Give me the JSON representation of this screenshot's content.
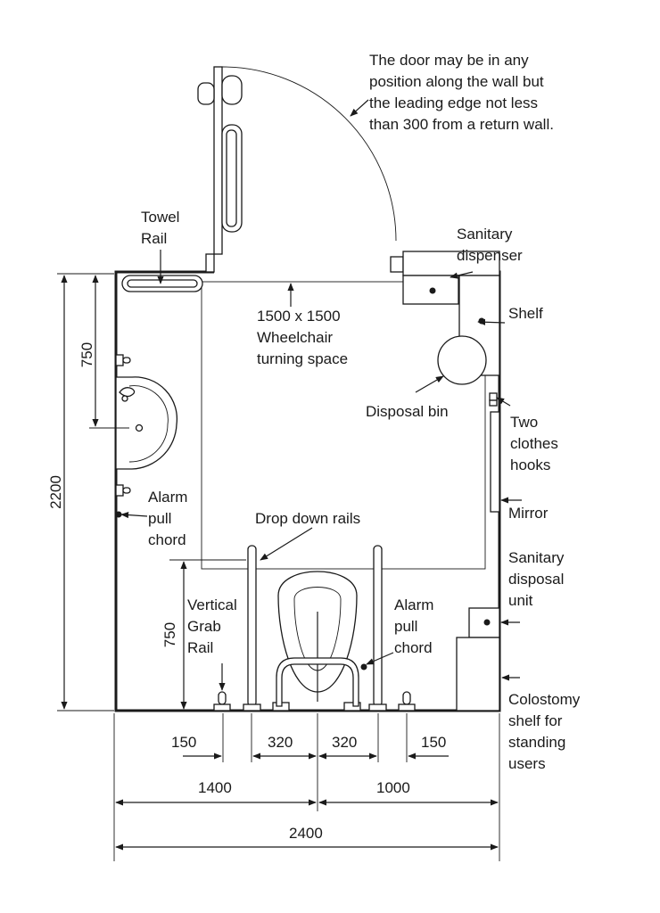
{
  "notes": {
    "door": [
      "The door may be in any",
      "position along the wall but",
      "the leading edge not less",
      "than 300 from a return wall."
    ],
    "towel_rail": [
      "Towel",
      "Rail"
    ],
    "sanitary_dispenser": [
      "Sanitary",
      "dispenser"
    ],
    "shelf": [
      "Shelf"
    ],
    "turning_space": [
      "1500 x 1500",
      "Wheelchair",
      "turning space"
    ],
    "disposal_bin": [
      "Disposal bin"
    ],
    "clothes_hooks": [
      "Two",
      "clothes",
      "hooks"
    ],
    "mirror": [
      "Mirror"
    ],
    "alarm_left": [
      "Alarm",
      "pull",
      "chord"
    ],
    "drop_down_rails": [
      "Drop down rails"
    ],
    "sanitary_disposal_unit": [
      "Sanitary",
      "disposal",
      "unit"
    ],
    "vertical_grab_rail": [
      "Vertical",
      "Grab",
      "Rail"
    ],
    "alarm_right": [
      "Alarm",
      "pull",
      "chord"
    ],
    "colostomy_shelf": [
      "Colostomy",
      "shelf for",
      "standing",
      "users"
    ]
  },
  "dimensions": {
    "d750_top": "750",
    "d2200": "2200",
    "d750_bottom": "750",
    "d150_left": "150",
    "d320_left": "320",
    "d320_right": "320",
    "d150_right": "150",
    "d1400": "1400",
    "d1000": "1000",
    "d2400": "2400"
  }
}
